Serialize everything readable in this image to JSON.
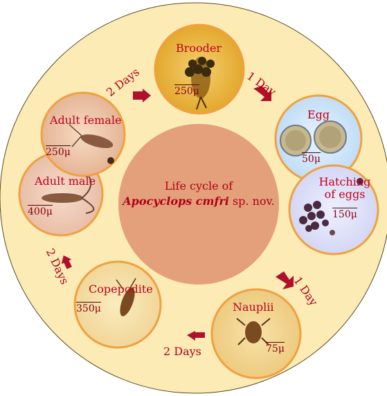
{
  "center": {
    "line1": "Life cycle of",
    "species": "Apocyclops cmfri",
    "suffix": " sp. nov."
  },
  "stages": [
    {
      "id": "brooder",
      "label": "Brooder",
      "scale": "250μ"
    },
    {
      "id": "egg",
      "label": "Egg",
      "scale": "50μ"
    },
    {
      "id": "hatching",
      "label": "Hatching of eggs",
      "scale": "150μ"
    },
    {
      "id": "nauplii",
      "label": "Nauplii",
      "scale": "75μ"
    },
    {
      "id": "copepodite",
      "label": "Copepodite",
      "scale": "350μ"
    },
    {
      "id": "adult_male",
      "label": "Adult male",
      "scale": "400μ"
    },
    {
      "id": "adult_female",
      "label": "Adult female",
      "scale": "250μ"
    }
  ],
  "durations": {
    "brooder_to_egg": "1 Day",
    "hatching_to_nauplii": "1 Day",
    "nauplii_to_copepodite": "2 Days",
    "copepodite_to_adult": "2 Days",
    "adult_to_brooder": "2 Days"
  },
  "colors": {
    "outer_disc": "#fdebb6",
    "ring_border": "#f0a040",
    "center_disc": "#e3a07a",
    "label_red": "#c0001a",
    "arrow": "#b0102a"
  }
}
